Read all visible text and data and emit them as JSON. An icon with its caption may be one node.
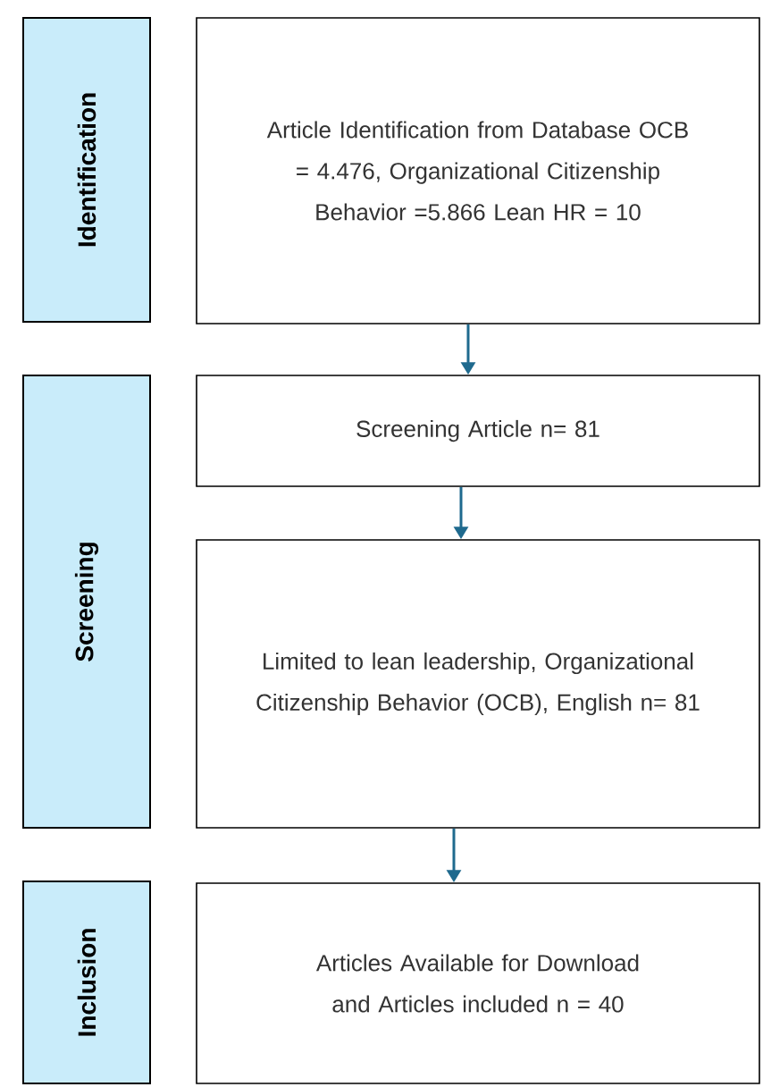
{
  "diagram": {
    "nodes": [
      {
        "text": [
          "Identification"
        ]
      },
      {
        "text": [
          "Article Identification from Database OCB = 4.476, Organizational Citizenship Behavior =5.866 Lean HR = 10"
        ]
      },
      {
        "text": [
          "Screening"
        ]
      },
      {
        "text": [
          "Screening Article n= 81"
        ]
      },
      {
        "text": [
          "Limited to lean leadership, Organizational Citizenship Behavior (OCB), English n= 81"
        ]
      },
      {
        "text": [
          "Inclusion"
        ]
      },
      {
        "text": [
          "Articles Available for Download and Articles included n = 40"
        ]
      }
    ],
    "edges": [
      {
        "from": 1,
        "to": 3,
        "arrow": "to"
      },
      {
        "from": 3,
        "to": 4,
        "arrow": "to"
      },
      {
        "from": 4,
        "to": 6,
        "arrow": "to"
      }
    ]
  }
}
